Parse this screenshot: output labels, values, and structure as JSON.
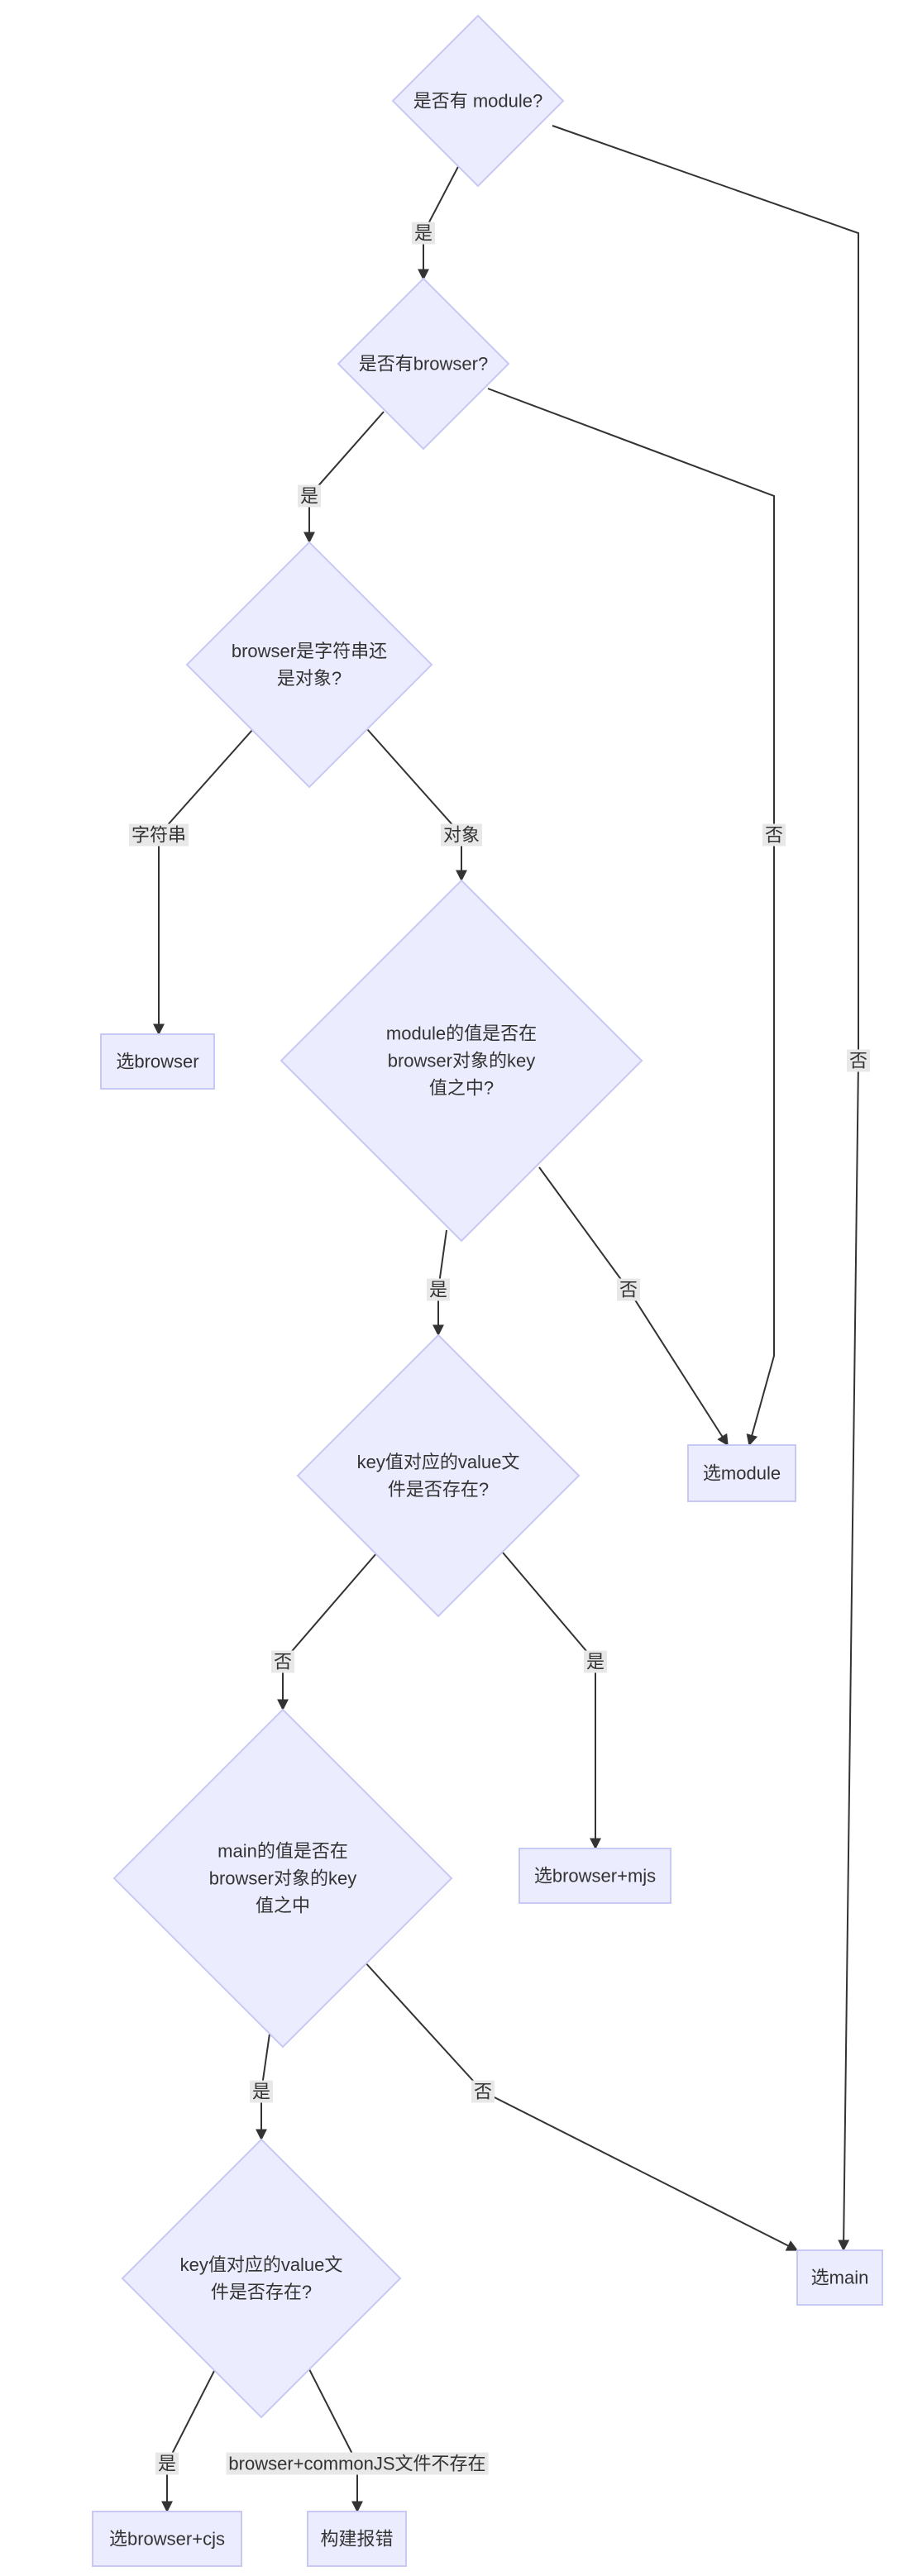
{
  "nodes": {
    "q_module": [
      "是否有 module?"
    ],
    "q_browser": [
      "是否有browser?"
    ],
    "q_browser_type": [
      "browser是字符串还",
      "是对象?"
    ],
    "pick_browser": [
      "选browser"
    ],
    "q_module_in_key": [
      "module的值是否在",
      "browser对象的key",
      "值之中?"
    ],
    "pick_module": [
      "选module"
    ],
    "q_value_file_1": [
      "key值对应的value文",
      "件是否存在?"
    ],
    "pick_browser_mjs": [
      "选browser+mjs"
    ],
    "q_main_in_key": [
      "main的值是否在",
      "browser对象的key",
      "值之中"
    ],
    "pick_main": [
      "选main"
    ],
    "q_value_file_2": [
      "key值对应的value文",
      "件是否存在?"
    ],
    "pick_browser_cjs": [
      "选browser+cjs"
    ],
    "build_error": [
      "构建报错"
    ]
  },
  "edges": {
    "module_yes": "是",
    "module_no": "否",
    "browser_yes": "是",
    "browser_no": "否",
    "type_string": "字符串",
    "type_object": "对象",
    "module_key_yes": "是",
    "module_key_no": "否",
    "file1_no": "否",
    "file1_yes": "是",
    "main_key_yes": "是",
    "main_key_no": "否",
    "file2_yes": "是",
    "file2_missing": "browser+commonJS文件不存在"
  }
}
